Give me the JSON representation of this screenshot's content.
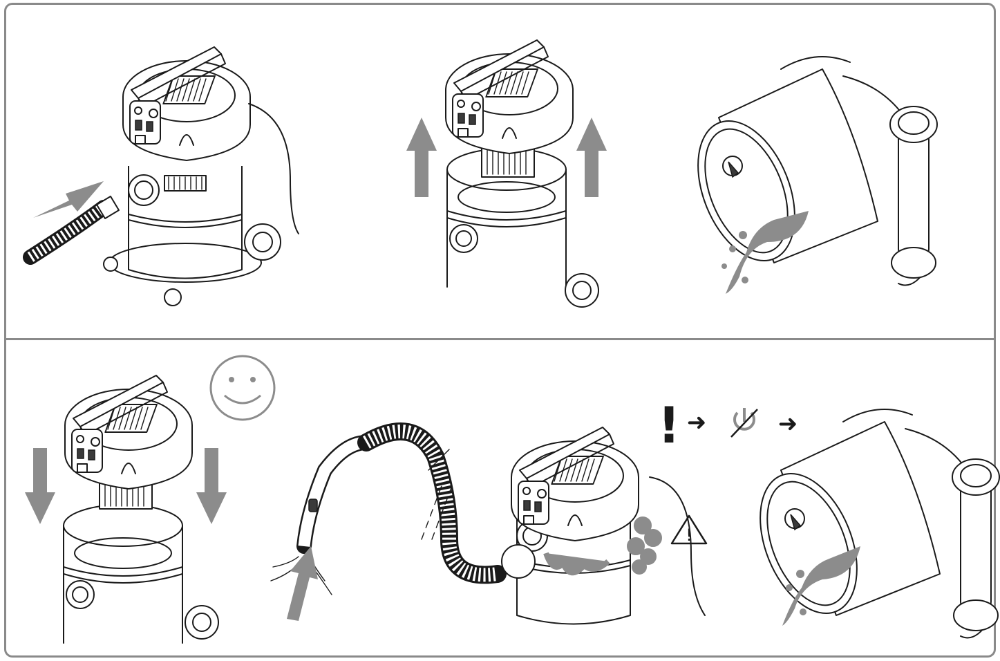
{
  "figure": {
    "colors": {
      "line": "#1a1a1a",
      "arrow_gray": "#8c8c8c",
      "frame": "#8a8a8a",
      "background": "#ffffff"
    },
    "top_row": {
      "steps": [
        {
          "id": "remove-hose",
          "icon": "hose-detach-arrow-icon"
        },
        {
          "id": "lift-head",
          "icon": "up-arrows-icon"
        },
        {
          "id": "empty-container",
          "icon": "pour-out-icon"
        }
      ]
    },
    "bottom_row": {
      "steps": [
        {
          "id": "refit-head",
          "icon": "down-arrows-icon",
          "status_icon": "smiley-icon"
        },
        {
          "id": "water-suction",
          "icon": "foam-warning-icon"
        },
        {
          "id": "switch-off-and-empty",
          "icon": "pour-out-icon"
        }
      ],
      "sequence": {
        "exclamation": "!",
        "arrow": "➜",
        "warning_symbol": "!"
      }
    }
  }
}
